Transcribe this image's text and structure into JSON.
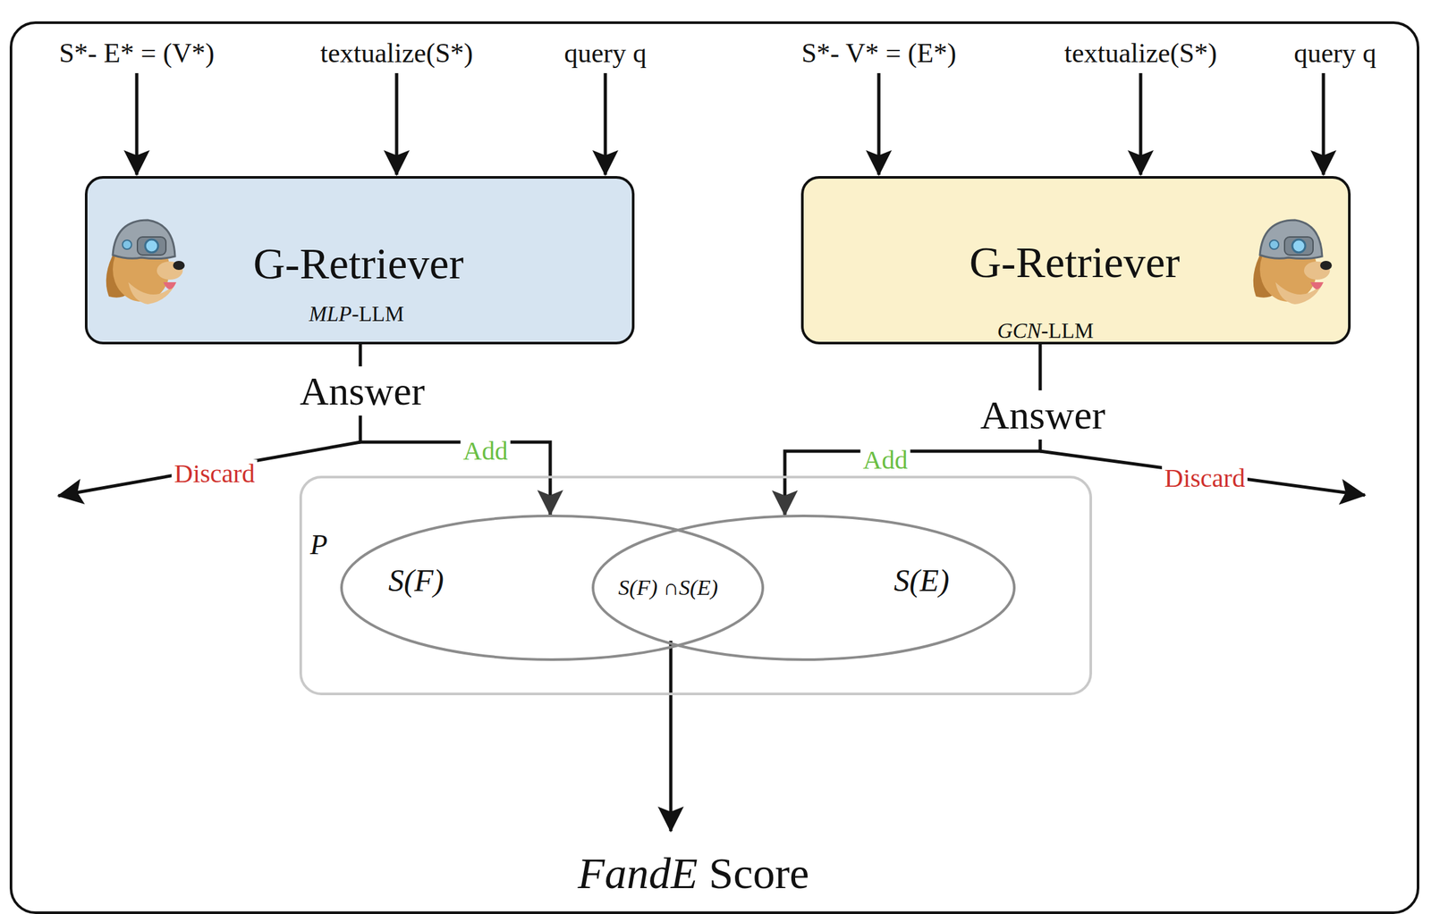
{
  "diagram": {
    "nodes": [
      {
        "text": [
          "G-Retriever",
          "MLP-LLM"
        ]
      },
      {
        "text": [
          "G-Retriever",
          "GCN-LLM"
        ]
      },
      {
        "text": [
          "P"
        ]
      },
      {
        "text": [
          "S(F)"
        ],
        "in": 2
      },
      {
        "text": [
          "S(E)"
        ],
        "in": 2
      }
    ],
    "edges": [
      {
        "from": 0,
        "to": 3,
        "label": "Add",
        "arrow": "to"
      },
      {
        "from": 1,
        "to": 4,
        "label": "Add",
        "arrow": "to"
      }
    ],
    "labels": [
      "S*- E* = (V*)",
      "textualize(S*)",
      "query q",
      "S*- V* = (E*)",
      "textualize(S*)",
      "query q",
      "Answer",
      "Answer",
      "Discard",
      "Discard",
      "S(F) ∩S(E)",
      "FandE Score"
    ]
  }
}
